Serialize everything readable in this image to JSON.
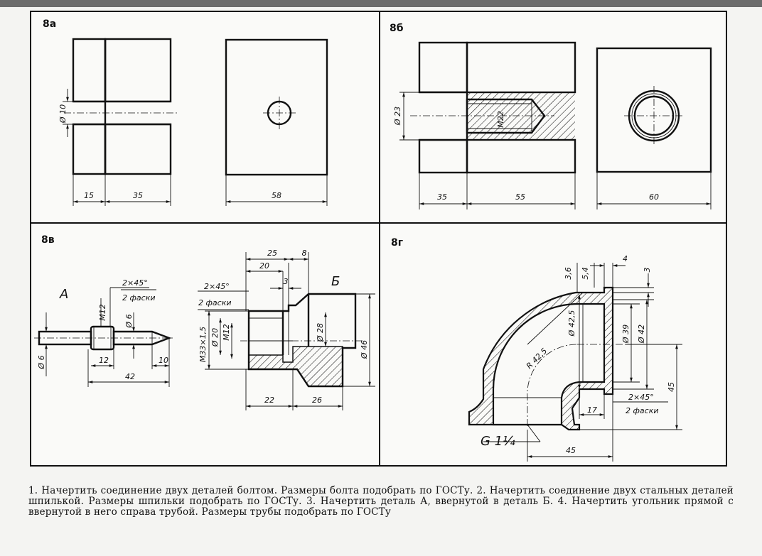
{
  "panels": {
    "a": {
      "label": "8а",
      "dims": {
        "hole_dia": "Ø 10",
        "left": "15",
        "right": "35",
        "width": "58"
      }
    },
    "b": {
      "label": "8б",
      "dims": {
        "bore_dia": "Ø 23",
        "thread": "M22",
        "left": "35",
        "right": "55",
        "width": "60"
      }
    },
    "v": {
      "label": "8в",
      "part_a_letter": "А",
      "part_b_letter": "Б",
      "dims": {
        "a_chamfer": "2×45°",
        "a_chamfer_note": "2 фаски",
        "a_thread": "M12",
        "a_dia_right": "Ø 6",
        "a_dia_left": "Ø 6",
        "a_len_12": "12",
        "a_len_10": "10",
        "a_len_42": "42",
        "b_25": "25",
        "b_8": "8",
        "b_20": "20",
        "b_3": "3",
        "b_chamfer": "2×45°",
        "b_chamfer_note": "2 фаски",
        "b_m33": "M33×1,5",
        "b_d20": "Ø 20",
        "b_m12": "M12",
        "b_d28": "Ø 28",
        "b_d46": "Ø 46",
        "b_22": "22",
        "b_26": "26"
      }
    },
    "g": {
      "label": "8г",
      "dims": {
        "d36": "3,6",
        "d54": "5,4",
        "d4": "4",
        "d3": "3",
        "d425": "Ø 42,5",
        "d39": "Ø 39",
        "d42": "Ø 42",
        "r425": "R 42,5",
        "d45v": "45",
        "chamfer": "2×45°",
        "chamfer_note": "2 фаски",
        "d17": "17",
        "thread": "G 1¼",
        "d45h": "45"
      }
    }
  },
  "caption": "1. Начертить соединение двух деталей болтом. Размеры болта подобрать по ГОСТу. 2. Начертить соединение двух стальных деталей шпилькой. Размеры шпильки подобрать по ГОСТу. 3. Начертить деталь А, ввернутой в деталь Б. 4. Начертить угольник прямой с ввернутой в него справа трубой. Размеры трубы подобрать по ГОСТу"
}
